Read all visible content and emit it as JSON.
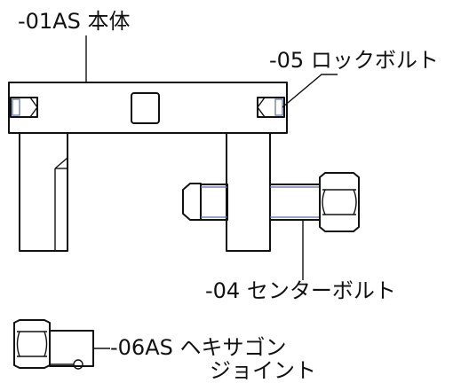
{
  "labels": {
    "body": "-01AS 本体",
    "lock_bolt": "-05 ロックボルト",
    "center_bolt": "-04 センターボルト",
    "hex_joint_line1": "-06AS ヘキサゴン",
    "hex_joint_line2": "ジョイント"
  },
  "colors": {
    "line": "#111111",
    "accent_blue": "#5a6aa8",
    "background": "#ffffff"
  }
}
